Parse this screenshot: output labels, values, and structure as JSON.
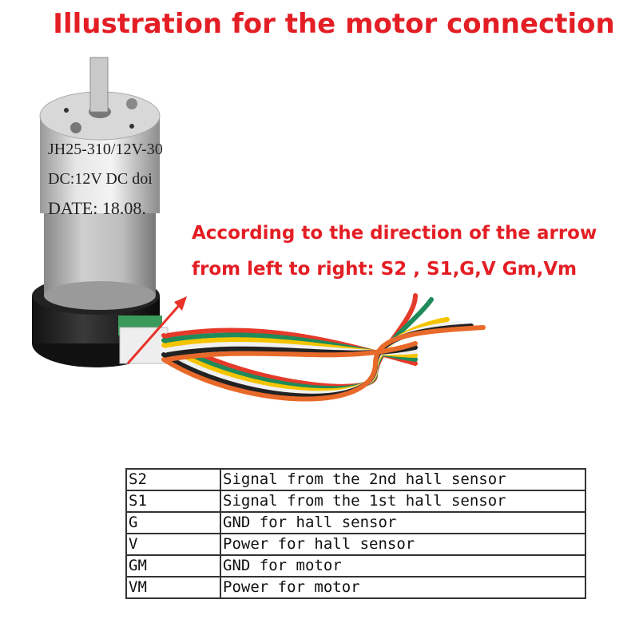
{
  "title": "Illustration for the motor connection",
  "note": {
    "line1": "According to the direction of the arrow",
    "line2": "from left to right: S2 , S1,G,V Gm,Vm"
  },
  "motor_label": {
    "model": "JH25-310/12V-30",
    "voltage": "DC:12V DC  doi",
    "date": "DATE: 18.08."
  },
  "wire_colors": [
    "#e53a2a",
    "#1f8a5a",
    "#f5c400",
    "#f0f0f0",
    "#222222",
    "#e86a2a"
  ],
  "pin_table": [
    {
      "pin": "S2",
      "description": "Signal from the 2nd hall sensor"
    },
    {
      "pin": "S1",
      "description": "Signal from the 1st hall sensor"
    },
    {
      "pin": "G",
      "description": "GND for hall sensor"
    },
    {
      "pin": "V",
      "description": "Power for hall sensor"
    },
    {
      "pin": "GM",
      "description": "GND for motor"
    },
    {
      "pin": "VM",
      "description": "Power for motor"
    }
  ]
}
